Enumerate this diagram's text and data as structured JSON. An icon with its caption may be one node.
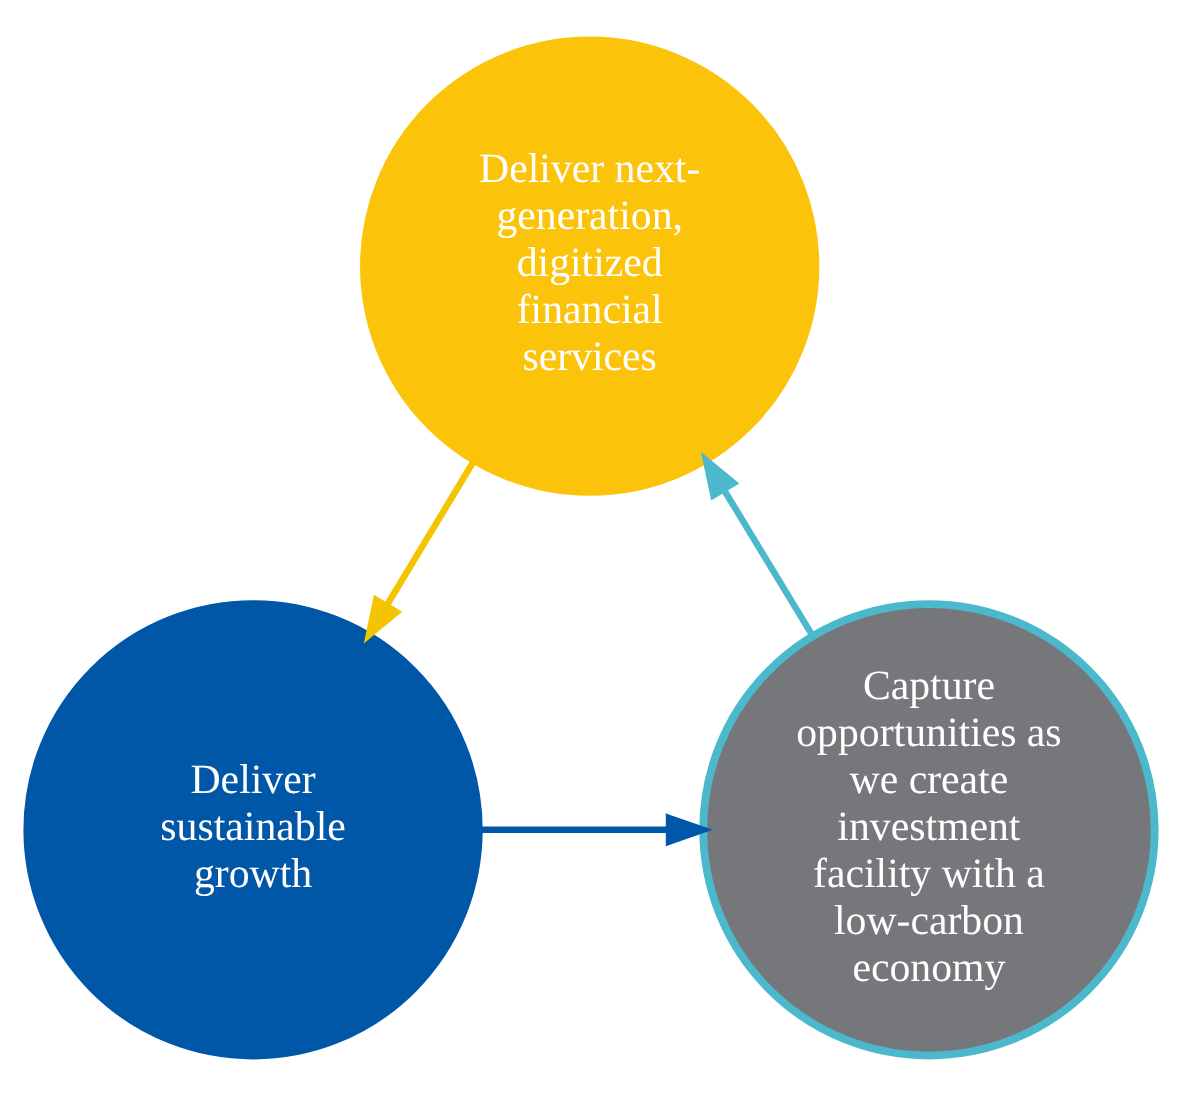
{
  "diagram": {
    "nodes": [
      {
        "text": [
          "Deliver next-generation, digitized financial services"
        ]
      },
      {
        "text": [
          "Deliver sustainable growth"
        ]
      },
      {
        "text": [
          "Capture opportunities as we create investment facility with a low-carbon economy"
        ]
      }
    ],
    "edges": [
      {
        "from": 0,
        "to": 1,
        "arrow": "to",
        "color": "#f5c400"
      },
      {
        "from": 1,
        "to": 2,
        "arrow": "to",
        "color": "#0057a8"
      },
      {
        "from": 2,
        "to": 0,
        "arrow": "to",
        "color": "#4bb8cc"
      }
    ]
  }
}
